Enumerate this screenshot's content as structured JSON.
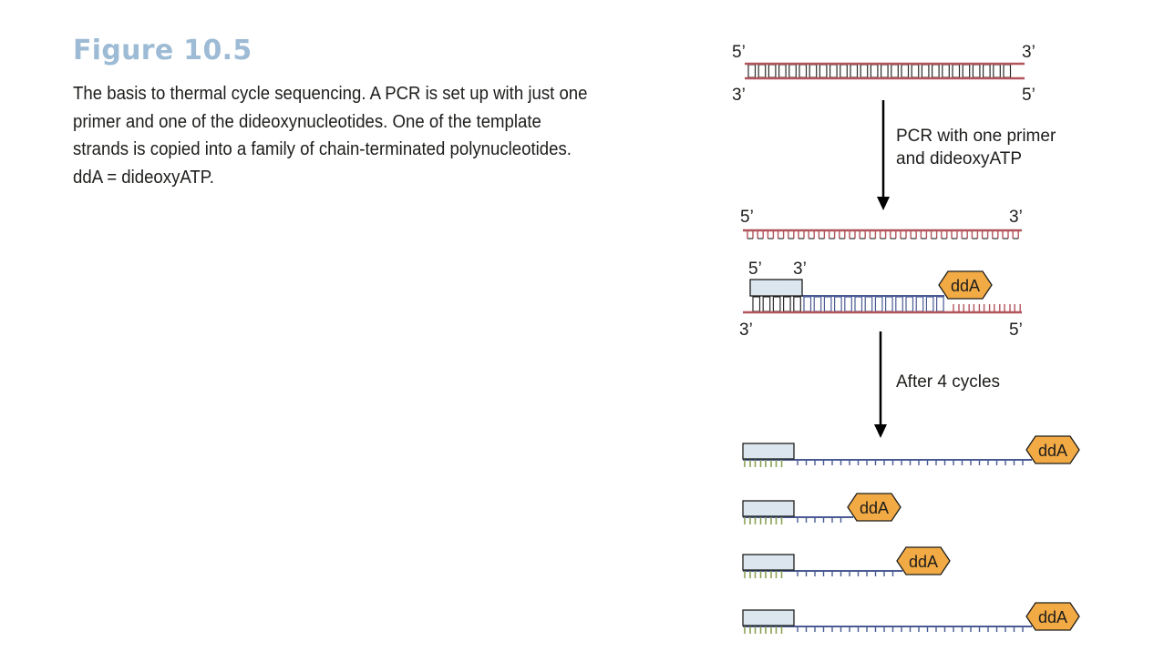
{
  "figure": {
    "title": "Figure 10.5",
    "caption": "The basis to thermal cycle sequencing. A PCR is set up with just one primer and one of the dideoxynucleotides. One of the template strands is copied into a family of chain-terminated polynucleotides. ddA = dideoxyATP."
  },
  "diagram": {
    "top_dna": {
      "left_top": "5’",
      "right_top": "3’",
      "left_bottom": "3’",
      "right_bottom": "5’"
    },
    "step1": {
      "line1": "PCR with one primer",
      "line2": "and dideoxyATP"
    },
    "template": {
      "left": "5’",
      "right": "3’"
    },
    "primed": {
      "primer_5": "5’",
      "primer_3": "3’",
      "ddA": "ddA",
      "left_bottom": "3’",
      "right_bottom": "5’"
    },
    "step2": {
      "label": "After 4 cycles"
    },
    "products": [
      {
        "ddA": "ddA"
      },
      {
        "ddA": "ddA"
      },
      {
        "ddA": "ddA"
      },
      {
        "ddA": "ddA"
      }
    ]
  },
  "colors": {
    "title": "#9dbbd5",
    "template_strand": "#b2545c",
    "new_strand": "#4a5a93",
    "primer_fill": "#dbe6ef",
    "primer_teeth": "#8aa255",
    "ddA_fill": "#f2aa45"
  }
}
